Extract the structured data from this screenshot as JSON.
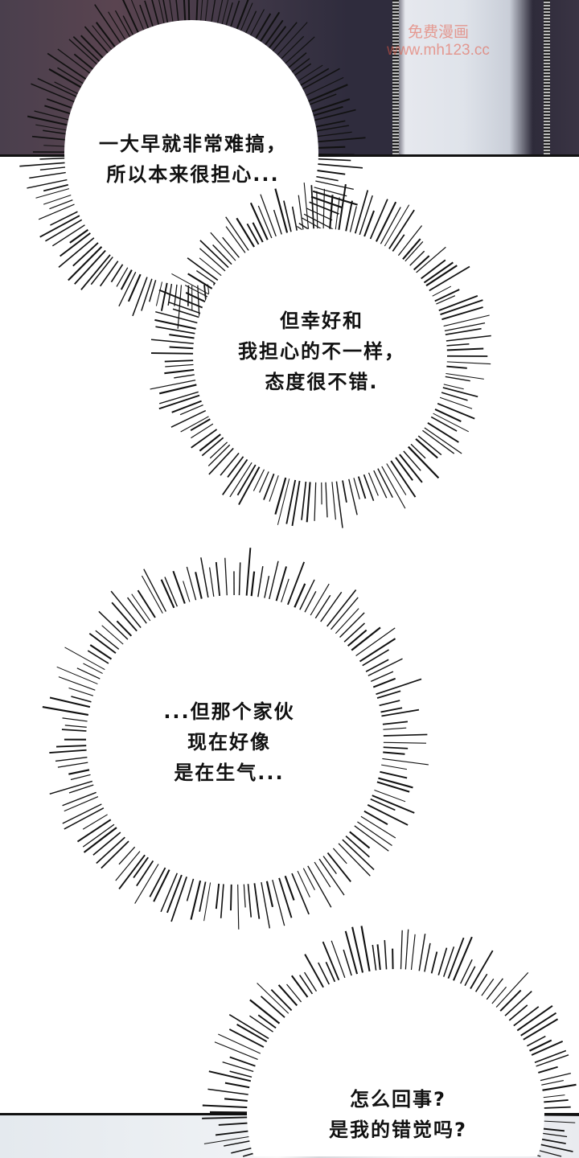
{
  "watermark": {
    "line1": "免费漫画",
    "line2": "www.mh123.cc"
  },
  "bubbles": [
    {
      "lines": [
        "一大早就非常难搞，",
        "所以本来很担心..."
      ]
    },
    {
      "lines": [
        "但幸好和",
        "我担心的不一样，",
        "态度很不错."
      ]
    },
    {
      "lines": [
        "...但那个家伙",
        "现在好像",
        "是在生气..."
      ]
    },
    {
      "lines": [
        "怎么回事?",
        "是我的错觉吗?"
      ]
    }
  ]
}
